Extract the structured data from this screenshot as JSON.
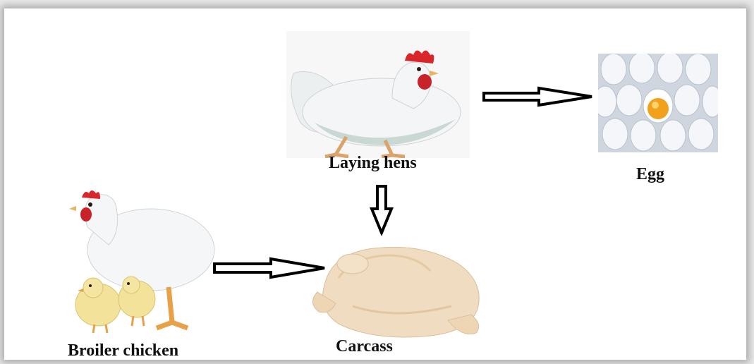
{
  "figure": {
    "nodes": {
      "laying_hens": {
        "label": "Laying hens"
      },
      "egg": {
        "label": "Egg"
      },
      "broiler_chicken": {
        "label": "Broiler chicken"
      },
      "carcass": {
        "label": "Carcass"
      }
    },
    "edges": [
      {
        "from": "laying_hens",
        "to": "egg"
      },
      {
        "from": "laying_hens",
        "to": "carcass"
      },
      {
        "from": "broiler_chicken",
        "to": "carcass"
      }
    ]
  }
}
